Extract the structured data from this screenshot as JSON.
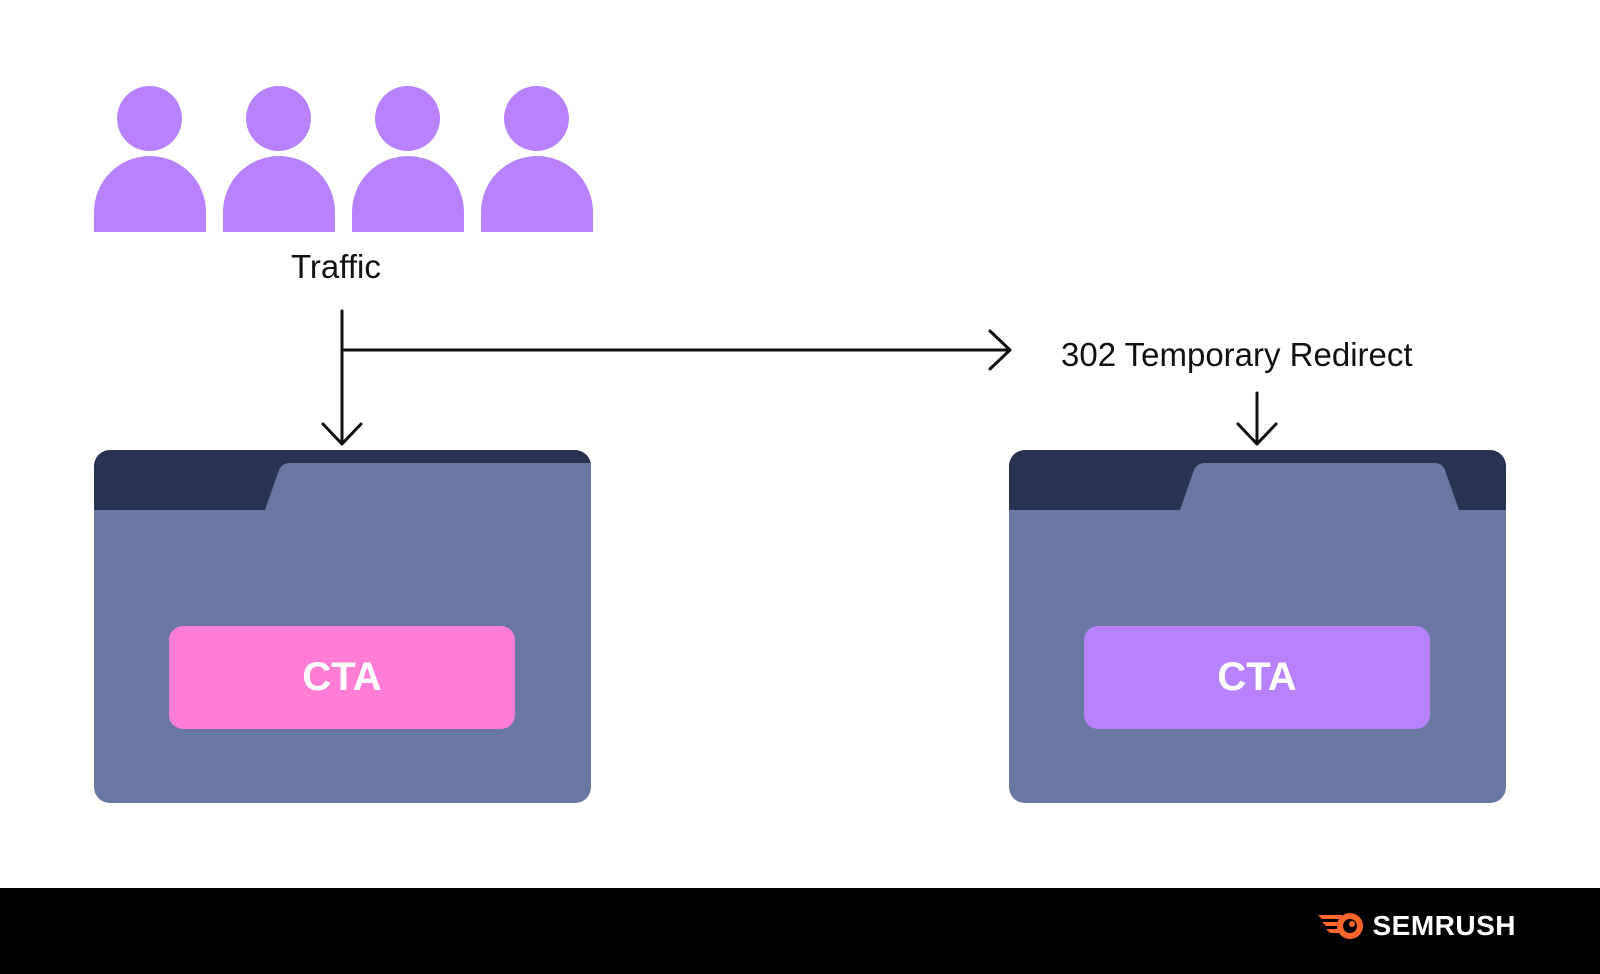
{
  "diagram": {
    "traffic_label": "Traffic",
    "redirect_label": "302 Temporary Redirect",
    "left_page": {
      "cta_label": "CTA"
    },
    "right_page": {
      "cta_label": "CTA"
    }
  },
  "footer": {
    "brand": "SEMRUSH"
  },
  "colors": {
    "person": "#B882FF",
    "browser_bar": "#273350",
    "browser_body": "#6878A3",
    "cta_left": "#FF7DD4",
    "cta_right": "#B882FF",
    "brand_accent": "#FF642D",
    "footer_bg": "#000000"
  },
  "icons": [
    "person-icon",
    "arrow-down-icon",
    "arrow-right-icon",
    "semrush-logo-icon"
  ]
}
